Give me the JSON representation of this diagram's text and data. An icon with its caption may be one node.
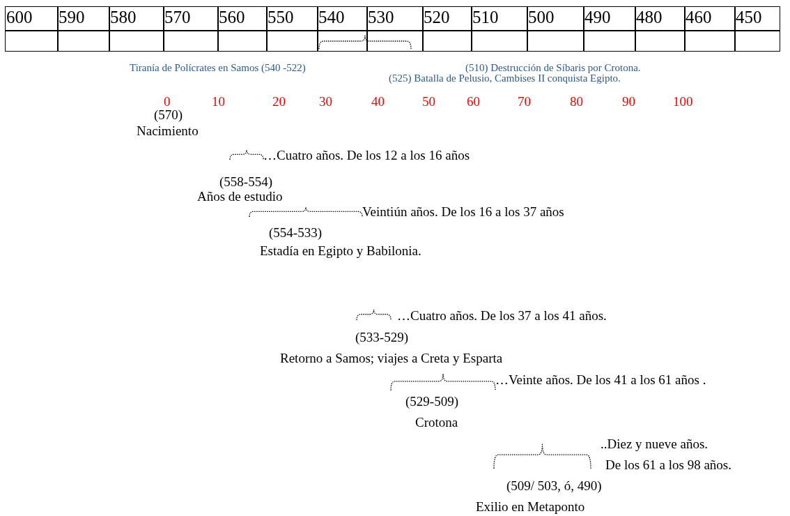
{
  "diagram": {
    "labels": [
      "600",
      "590",
      "580",
      "570",
      "560",
      "550",
      "540",
      "530",
      "520",
      "510",
      "500",
      "490",
      "480",
      "460",
      "450",
      "Tiranía de Polícrates en Samos (540 -522)",
      "(510) Destrucción de Síbaris por Crotona.",
      "(525) Batalla de Pelusio, Cambises II conquista Egipto.",
      "0",
      "10",
      "20",
      "30",
      "40",
      "50",
      "60",
      "70",
      "80",
      "90",
      "100",
      "(570)",
      "Nacimiento",
      "…Cuatro años. De los 12 a los 16 años",
      "(558-554)",
      "Años de estudio",
      "Veintiún años. De los 16 a los 37 años",
      "(554-533)",
      "Estadía en Egipto y Babilonia.",
      "…Cuatro años. De los 37 a los 41 años.",
      "(533-529)",
      "Retorno a Samos; viajes a Creta y Esparta",
      "…Veinte años. De los 41 a los 61 años .",
      "(529-509)",
      "Crotona",
      "..Diez y nueve años.",
      "De los 61 a los 98 años.",
      "(509/ 503, ó, 490)",
      "Exilio en Metaponto"
    ]
  }
}
